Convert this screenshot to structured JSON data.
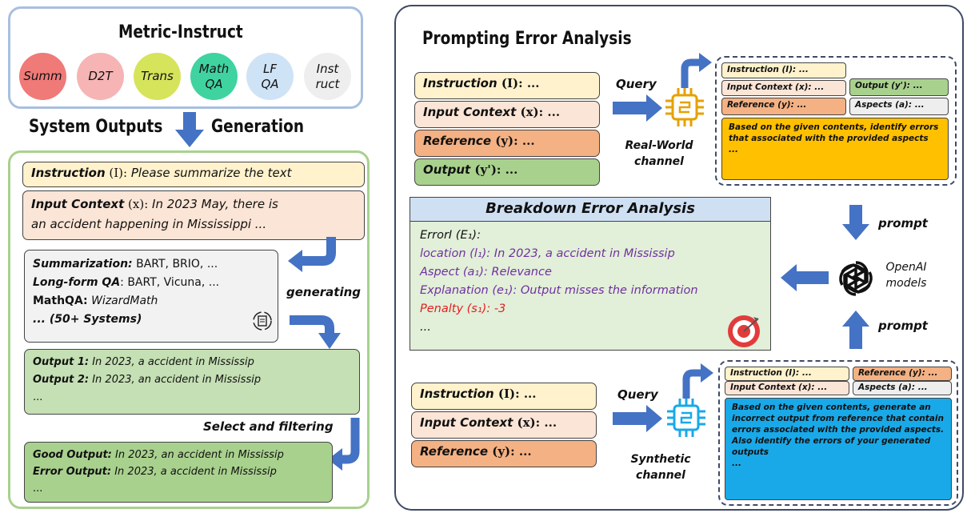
{
  "left": {
    "title": "Metric-Instruct",
    "tasks": [
      {
        "label": "Summ",
        "color": "#ef7a78"
      },
      {
        "label": "D2T",
        "color": "#f6b4b4"
      },
      {
        "label": "Trans",
        "color": "#d6e45c"
      },
      {
        "label": "Math\nQA",
        "color": "#3fd3a0"
      },
      {
        "label": "LF\nQA",
        "color": "#cfe3f6"
      },
      {
        "label": "Inst\nruct",
        "color": "#eeeeee"
      }
    ],
    "gen_left": "System Outputs",
    "gen_right": "Generation",
    "instruction_label": "Instruction",
    "instruction_sym": "(I):",
    "instruction_text": "Please summarize the text",
    "input_label": "Input Context",
    "input_sym": "(x):",
    "input_text_1": "In 2023 May, there is",
    "input_text_2": "an accident happening in Mississippi ...",
    "systems": [
      {
        "key": "Summarization:",
        "val": "BART, BRIO, ..."
      },
      {
        "key": "Long-form QA",
        "val": ": BART, Vicuna, ..."
      },
      {
        "key": "MathQA:",
        "val": "WizardMath"
      },
      {
        "key": "... (50+ Systems)",
        "val": ""
      }
    ],
    "generating_label": "generating",
    "outputs": [
      {
        "key": "Output 1:",
        "val": "In 2023, a accident in Mississip"
      },
      {
        "key": "Output 2:",
        "val": "In 2023, an accident in Mississip"
      },
      {
        "key": "...",
        "val": ""
      }
    ],
    "select_label": "Select and filtering",
    "final": [
      {
        "key": "Good Output:",
        "val": "In 2023, an accident in Mississip"
      },
      {
        "key": "Error Output:",
        "val": "In 2023, a accident in Mississip"
      },
      {
        "key": "...",
        "val": ""
      }
    ]
  },
  "right": {
    "title": "Prompting Error Analysis",
    "top_inputs": [
      {
        "label": "Instruction",
        "sym": "(I): ...",
        "color": "#fff2cc"
      },
      {
        "label": "Input Context",
        "sym": "(x): ...",
        "color": "#fbe5d6"
      },
      {
        "label": "Reference",
        "sym": "(y): ...",
        "color": "#f4b183"
      },
      {
        "label": "Output",
        "sym": "(y'): ...",
        "color": "#a9d18e"
      }
    ],
    "query_label": "Query",
    "real_channel": "Real-World\nchannel",
    "top_prompt": {
      "instruction": "Instruction (I): ...",
      "input": "Input Context (x): ...",
      "output": "Output (y'): ...",
      "reference": "Reference (y): ...",
      "aspects": "Aspects (a): ...",
      "body": "Based on the given contents, identify errors that associated with the provided aspects\n..."
    },
    "breakdown_title": "Breakdown Error Analysis",
    "breakdown_lines": [
      {
        "text": "ErrorI (E₁):",
        "kind": "plain"
      },
      {
        "text": "location (l₁): In 2023, a accident in Mississip",
        "kind": "muted"
      },
      {
        "text": "Aspect (a₁): Relevance",
        "kind": "muted"
      },
      {
        "text": "Explanation (e₁): Output misses the information",
        "kind": "muted"
      },
      {
        "text": "Penalty (s₁): -3",
        "kind": "red"
      },
      {
        "text": "...",
        "kind": "plain"
      }
    ],
    "prompt_label": "prompt",
    "openai_label": "OpenAI\nmodels",
    "bottom_inputs": [
      {
        "label": "Instruction",
        "sym": "(I): ...",
        "color": "#fff2cc"
      },
      {
        "label": "Input Context",
        "sym": "(x): ...",
        "color": "#fbe5d6"
      },
      {
        "label": "Reference",
        "sym": "(y): ...",
        "color": "#f4b183"
      }
    ],
    "synthetic_channel": "Synthetic\nchannel",
    "bottom_prompt": {
      "instruction": "Instruction (I): ...",
      "reference": "Reference (y): ...",
      "input": "Input Context (x): ...",
      "aspects": "Aspects (a): ...",
      "body": "Based on the given contents, generate an incorrect output from reference that contain errors associated with the provided aspects.\nAlso identify the errors of your generated outputs\n..."
    }
  },
  "colors": {
    "arrow": "#4472c4",
    "left_top_border": "#a9bfe0",
    "left_bottom_border": "#a9d18e",
    "right_border": "#3e4a66",
    "breakdown_head": "#cfe0f3",
    "breakdown_body": "#e2efd9",
    "top_prompt_body": "#ffc000",
    "bottom_prompt_body": "#19a9e8",
    "chip_blue": "#4472c4"
  }
}
